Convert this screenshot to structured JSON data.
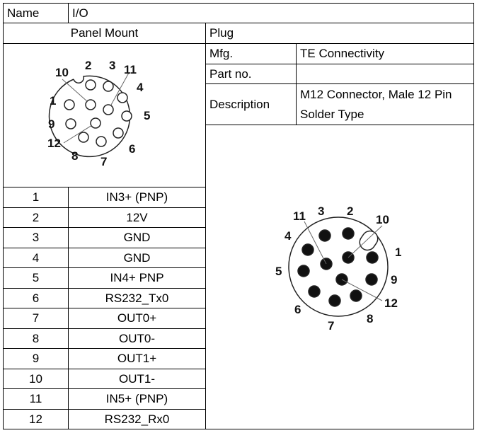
{
  "header": {
    "name_label": "Name",
    "name_value": "I/O"
  },
  "panel_mount": {
    "title": "Panel Mount",
    "diagram_labels": {
      "p1": "1",
      "p2": "2",
      "p3": "3",
      "p4": "4",
      "p5": "5",
      "p6": "6",
      "p7": "7",
      "p8": "8",
      "p9": "9",
      "p10": "10",
      "p11": "11",
      "p12": "12"
    },
    "pins": [
      {
        "pin": "1",
        "signal": "IN3+ (PNP)"
      },
      {
        "pin": "2",
        "signal": "12V"
      },
      {
        "pin": "3",
        "signal": "GND"
      },
      {
        "pin": "4",
        "signal": "GND"
      },
      {
        "pin": "5",
        "signal": "IN4+ PNP"
      },
      {
        "pin": "6",
        "signal": "RS232_Tx0"
      },
      {
        "pin": "7",
        "signal": "OUT0+"
      },
      {
        "pin": "8",
        "signal": "OUT0-"
      },
      {
        "pin": "9",
        "signal": "OUT1+"
      },
      {
        "pin": "10",
        "signal": "OUT1-"
      },
      {
        "pin": "11",
        "signal": "IN5+ (PNP)"
      },
      {
        "pin": "12",
        "signal": "RS232_Rx0"
      }
    ]
  },
  "plug": {
    "title": "Plug",
    "mfg_label": "Mfg.",
    "mfg_value": "TE Connectivity",
    "part_label": "Part no.",
    "part_value": "",
    "desc_label": "Description",
    "desc_line1": "M12 Connector, Male 12 Pin",
    "desc_line2": "Solder Type",
    "diagram_labels": {
      "p1": "1",
      "p2": "2",
      "p3": "3",
      "p4": "4",
      "p5": "5",
      "p6": "6",
      "p7": "7",
      "p8": "8",
      "p9": "9",
      "p10": "10",
      "p11": "11",
      "p12": "12"
    }
  }
}
